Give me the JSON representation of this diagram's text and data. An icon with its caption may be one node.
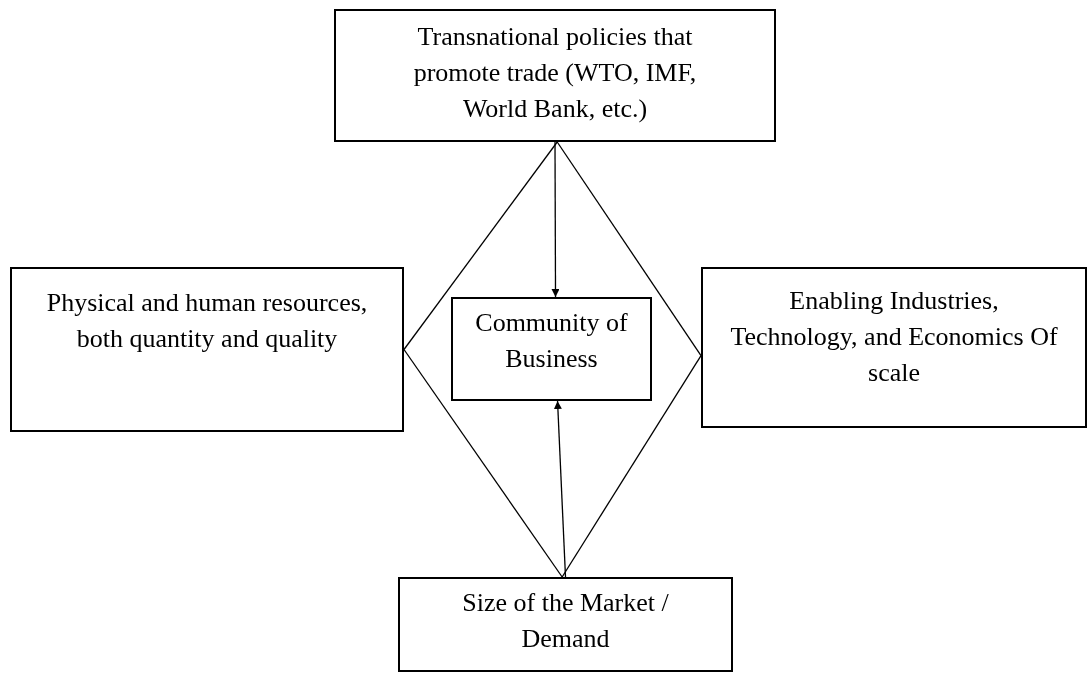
{
  "diagram": {
    "nodes": [
      {
        "text": [
          "Transnational policies that promote trade (WTO, IMF, World Bank, etc.)"
        ]
      },
      {
        "text": [
          "Physical and human resources, both quantity and quality"
        ]
      },
      {
        "text": [
          "Community of Business"
        ]
      },
      {
        "text": [
          "Enabling Industries, Technology, and Economics Of scale"
        ]
      },
      {
        "text": [
          "Size of the Market / Demand"
        ]
      }
    ],
    "edges": [
      {
        "from": 0,
        "to": 1,
        "arrow": "none"
      },
      {
        "from": 0,
        "to": 3,
        "arrow": "none"
      },
      {
        "from": 1,
        "to": 4,
        "arrow": "none"
      },
      {
        "from": 3,
        "to": 4,
        "arrow": "none"
      },
      {
        "from": 0,
        "to": 2,
        "arrow": "to"
      },
      {
        "from": 4,
        "to": 2,
        "arrow": "to"
      }
    ]
  }
}
